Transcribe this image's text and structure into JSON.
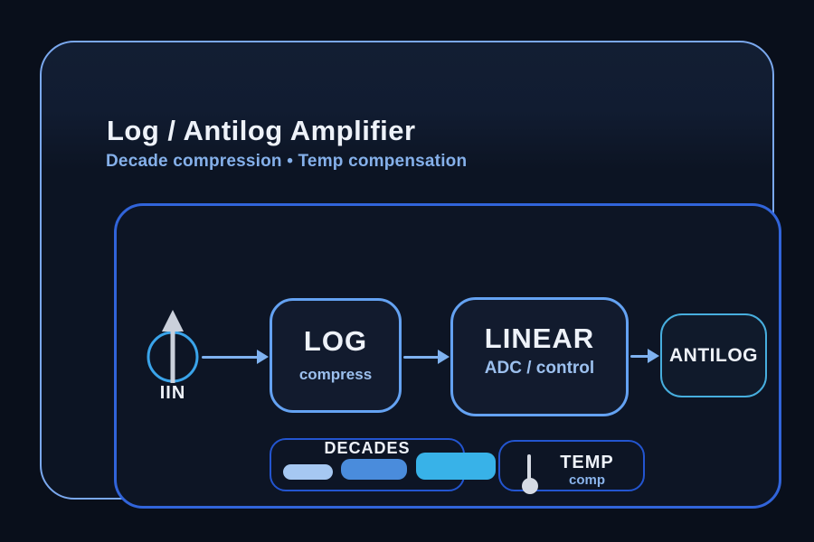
{
  "header": {
    "title": "Log / Antilog Amplifier",
    "subtitle": "Decade compression • Temp compensation"
  },
  "diagram": {
    "source": {
      "label": "IIN"
    },
    "blocks": [
      {
        "title": "LOG",
        "subtitle": "compress"
      },
      {
        "title": "LINEAR",
        "subtitle": "ADC / control"
      },
      {
        "title": "ANTILOG"
      }
    ],
    "decades": {
      "label": "DECADES",
      "bar_colors": [
        "#a6c8f2",
        "#4a8cdc",
        "#38b2e8"
      ]
    },
    "temp": {
      "title": "TEMP",
      "subtitle": "comp"
    }
  },
  "colors": {
    "background": "#090f1b",
    "card_fill": "#0c1423",
    "card_border": "#7aa8ee",
    "panel_border": "#3164da",
    "block_fill": "#121b2e",
    "block_border": "#64a2f2",
    "antilog_border": "#47aede",
    "small_box_border": "#2355d0",
    "arrow": "#7fb2f0",
    "source_circle": "#3aa4ea",
    "thermometer": "#d6dbe4",
    "title_text": "#eef2f9",
    "subtitle_text": "#85b0ea"
  }
}
